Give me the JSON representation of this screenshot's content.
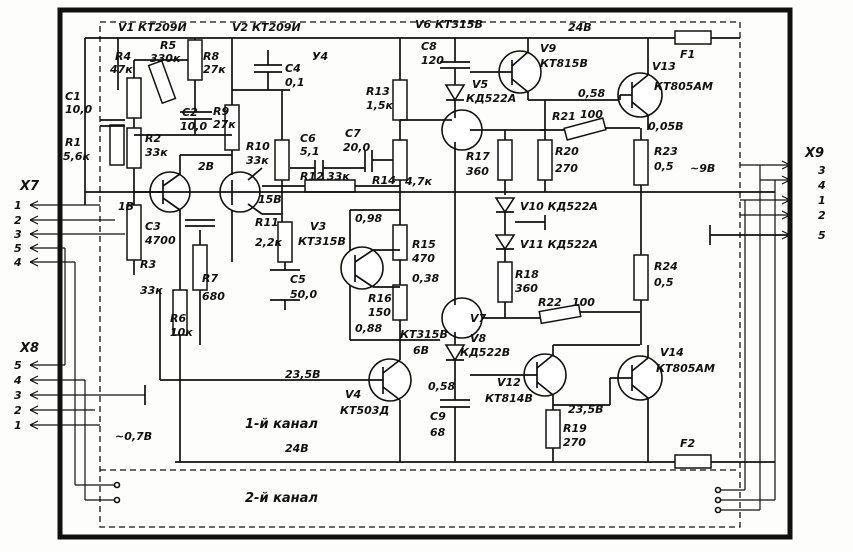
{
  "frame_labels": {
    "unit": "У4",
    "supply_top": "24В",
    "supply_bottom": "24В",
    "channel1": "1-й канал",
    "channel2": "2-й канал",
    "v_neg": "~0,7В",
    "v_out": "~9В",
    "v_23_5_left": "23,5В",
    "v_23_5_right": "23,5В",
    "v_6": "6В",
    "v_0_58": "0,58",
    "v_0_98": "0,98",
    "v_0_38": "0,38",
    "v_0_88": "0,88",
    "v_0_58b": "0,58",
    "v_0_05": "0,05В",
    "node_1b": "1В",
    "node_2b": "2В",
    "node_15b": "15В"
  },
  "connectors": {
    "x7": {
      "name": "X7",
      "pins": [
        "1",
        "2",
        "3",
        "5",
        "4"
      ]
    },
    "x8": {
      "name": "X8",
      "pins": [
        "5",
        "4",
        "3",
        "2",
        "1"
      ]
    },
    "x9": {
      "name": "X9",
      "pins": [
        "3",
        "4",
        "1",
        "2",
        "5"
      ]
    }
  },
  "fuses": {
    "f1": "F1",
    "f2": "F2"
  },
  "transistors": {
    "v1": "V1 КТ209И",
    "v2": "V2 КТ209И",
    "v3": "V3",
    "v3_type": "КТ315В",
    "v4": "V4",
    "v4_type": "КТ503Д",
    "v6": "V6 КТ315В",
    "v7": "V7",
    "v7_type": "КТ315В",
    "v9": "V9",
    "v9_type": "КТ815В",
    "v12": "V12",
    "v12_type": "КТ814В",
    "v13": "V13",
    "v13_type": "КТ805АМ",
    "v14": "V14",
    "v14_type": "КТ805АМ"
  },
  "diodes": {
    "v5": "V5",
    "v5_type": "КД522А",
    "v8": "V8",
    "v8_type": "КД522В",
    "v10": "V10 КД522А",
    "v11": "V11 КД522А"
  },
  "resistors": {
    "r1": "R1",
    "r1_v": "5,6к",
    "r2": "R2",
    "r2_v": "33к",
    "r3": "R3",
    "r3_v": "33к",
    "r4": "R4",
    "r4_v": "47к",
    "r5": "R5",
    "r5_v": "330к",
    "r6": "R6",
    "r6_v": "10к",
    "r7": "R7",
    "r7_v": "680",
    "r8": "R8",
    "r8_v": "27к",
    "r9": "R9",
    "r9_v": "27к",
    "r10": "R10",
    "r10_v": "33к",
    "r11": "R11",
    "r11_v": "2,2к",
    "r12": "R12",
    "r12_v": "33к",
    "r13": "R13",
    "r13_v": "1,5к",
    "r14": "R14",
    "r14_v": "4,7к",
    "r15": "R15",
    "r15_v": "470",
    "r16": "R16",
    "r16_v": "150",
    "r17": "R17",
    "r17_v": "360",
    "r18": "R18",
    "r18_v": "360",
    "r19": "R19",
    "r19_v": "270",
    "r20": "R20",
    "r20_v": "270",
    "r21": "R21",
    "r21_v": "100",
    "r22": "R22",
    "r22_v": "100",
    "r23": "R23",
    "r23_v": "0,5",
    "r24": "R24",
    "r24_v": "0,5"
  },
  "capacitors": {
    "c1": "C1",
    "c1_v": "10,0",
    "c2": "C2",
    "c2_v": "10,0",
    "c3": "C3",
    "c3_v": "4700",
    "c4": "C4",
    "c4_v": "0,1",
    "c5": "C5",
    "c5_v": "50,0",
    "c6": "C6",
    "c6_v": "5,1",
    "c7": "C7",
    "c7_v": "20,0",
    "c8": "C8",
    "c8_v": "120",
    "c9": "C9",
    "c9_v": "68"
  }
}
